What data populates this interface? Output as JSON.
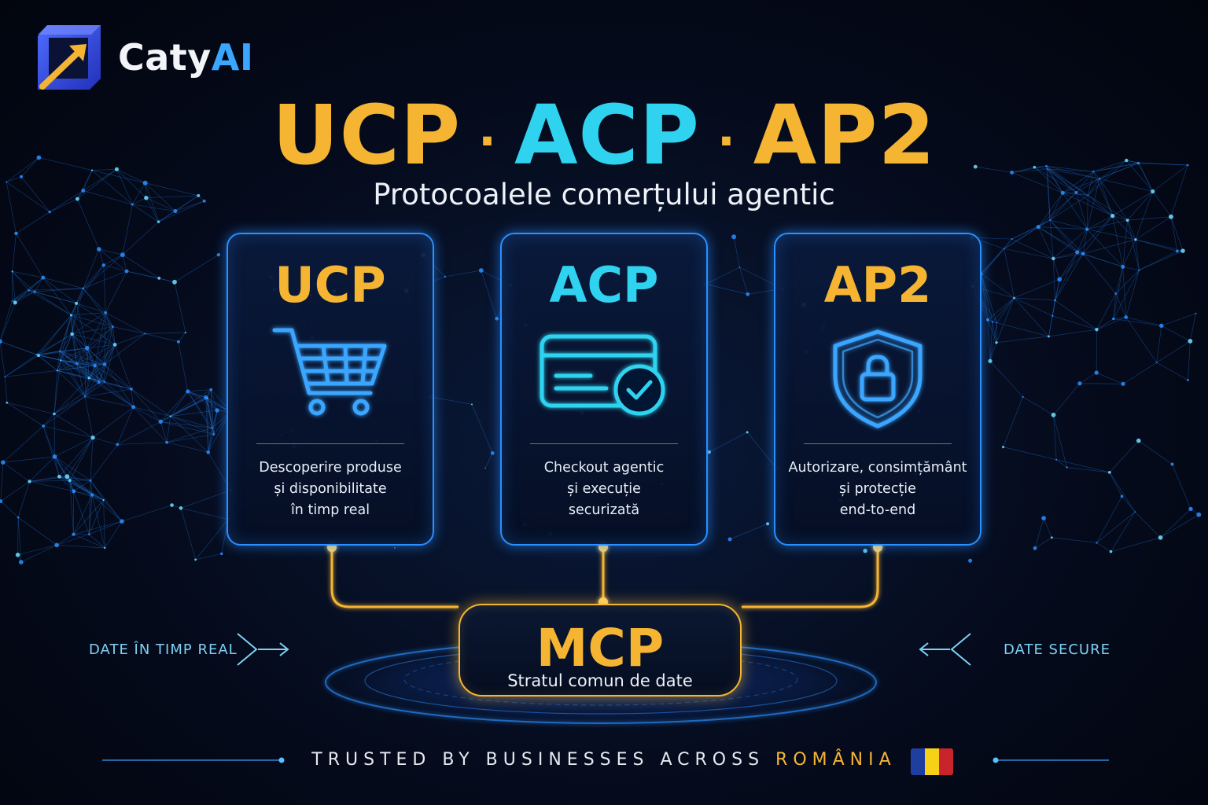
{
  "brand": {
    "name_part1": "Caty",
    "name_part2": "AI"
  },
  "headline": {
    "items": [
      "UCP",
      "ACP",
      "AP2"
    ],
    "separator": "·",
    "subtitle": "Protocoalele comerțului agentic"
  },
  "cards": [
    {
      "title": "UCP",
      "icon": "shopping-cart-icon",
      "color": "#f5b533",
      "desc": [
        "Descoperire produse",
        "și disponibilitate",
        "în timp real"
      ]
    },
    {
      "title": "ACP",
      "icon": "credit-card-check-icon",
      "color": "#2fd3f0",
      "desc": [
        "Checkout agentic",
        "și execuție",
        "securizată"
      ]
    },
    {
      "title": "AP2",
      "icon": "shield-lock-icon",
      "color": "#f5b533",
      "desc": [
        "Autorizare, consimțământ",
        "și protecție",
        "end-to-end"
      ]
    }
  ],
  "mcp": {
    "title": "MCP",
    "subtitle": "Stratul comun de date"
  },
  "side_labels": {
    "left": "DATE ÎN TIMP REAL",
    "right": "DATE SECURE"
  },
  "footer": {
    "text": "TRUSTED BY BUSINESSES ACROSS",
    "highlight": "ROMÂNIA",
    "flag_colors": [
      "#1f3fa0",
      "#f7d117",
      "#c8242b"
    ]
  },
  "colors": {
    "gold": "#f5b533",
    "cyan": "#2fd3f0",
    "blue": "#2a8fff",
    "background": "#050b1c"
  }
}
